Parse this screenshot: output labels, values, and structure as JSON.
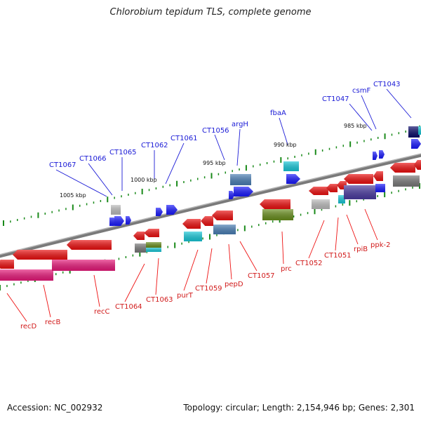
{
  "title": "Chlorobium tepidum TLS, complete genome",
  "footer": {
    "accession": "Accession: NC_002932",
    "summary": "Topology: circular; Length: 2,154,946 bp; Genes: 2,301"
  },
  "scale_labels": [
    "1005 kbp",
    "1000 kbp",
    "995 kbp",
    "990 kbp",
    "985 kbp"
  ],
  "genes_top": [
    "CT1067",
    "CT1066",
    "CT1065",
    "CT1062",
    "CT1061",
    "CT1056",
    "argH",
    "fbaA",
    "CT1047",
    "csmF",
    "CT1043"
  ],
  "genes_bottom": [
    "recD",
    "recB",
    "recC",
    "CT1064",
    "CT1063",
    "purT",
    "CT1059",
    "pepD",
    "CT1057",
    "prc",
    "CT1052",
    "CT1051",
    "rpiB",
    "ppk-2"
  ],
  "colors": {
    "forward": "#1a1ad6",
    "reverse": "#ee1111",
    "backbone": "#7a7a7a",
    "ticks": "#1a8a1a",
    "cds_red": "#ee1111",
    "cds_magenta": "#e8197a",
    "cds_blue": "#1a1aff",
    "cds_steel": "#4a7fb5",
    "cds_cyan": "#18c8d8",
    "cds_olive": "#6a8f1e",
    "cds_grey": "#7a7a7a",
    "cds_lightgrey": "#bdbdbd",
    "cds_purple": "#4a3aa0",
    "cds_navy": "#0a0a6a"
  }
}
